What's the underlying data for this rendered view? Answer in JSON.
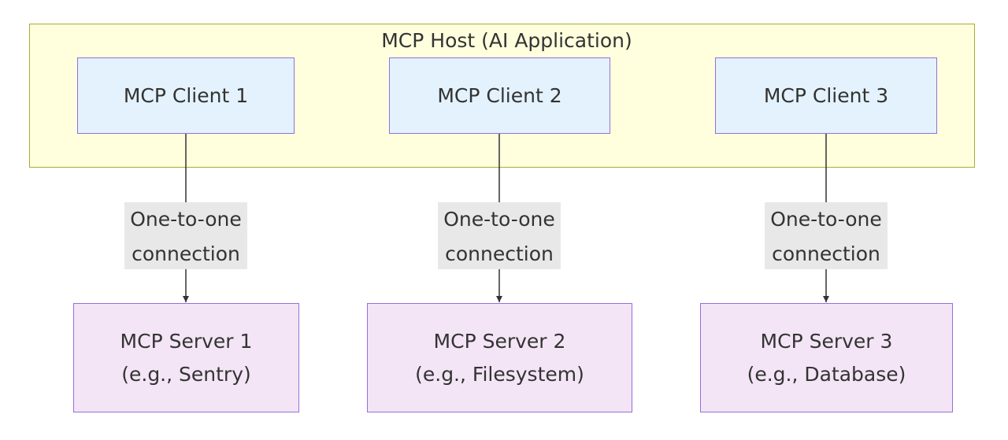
{
  "host": {
    "title": "MCP Host (AI Application)"
  },
  "clients": [
    {
      "label": "MCP Client 1"
    },
    {
      "label": "MCP Client 2"
    },
    {
      "label": "MCP Client 3"
    }
  ],
  "connections": [
    {
      "line1": "One-to-one",
      "line2": "connection"
    },
    {
      "line1": "One-to-one",
      "line2": "connection"
    },
    {
      "line1": "One-to-one",
      "line2": "connection"
    }
  ],
  "servers": [
    {
      "name": "MCP Server 1",
      "detail": "(e.g., Sentry)"
    },
    {
      "name": "MCP Server 2",
      "detail": "(e.g., Filesystem)"
    },
    {
      "name": "MCP Server 3",
      "detail": "(e.g., Database)"
    }
  ],
  "colors": {
    "host_fill": "#ffffde",
    "host_border": "#aaaa33",
    "client_fill": "#e3f2fd",
    "server_fill": "#f3e5f5",
    "node_border": "#9370db",
    "edge_label_bg": "#e8e8e8",
    "line": "#333333"
  }
}
